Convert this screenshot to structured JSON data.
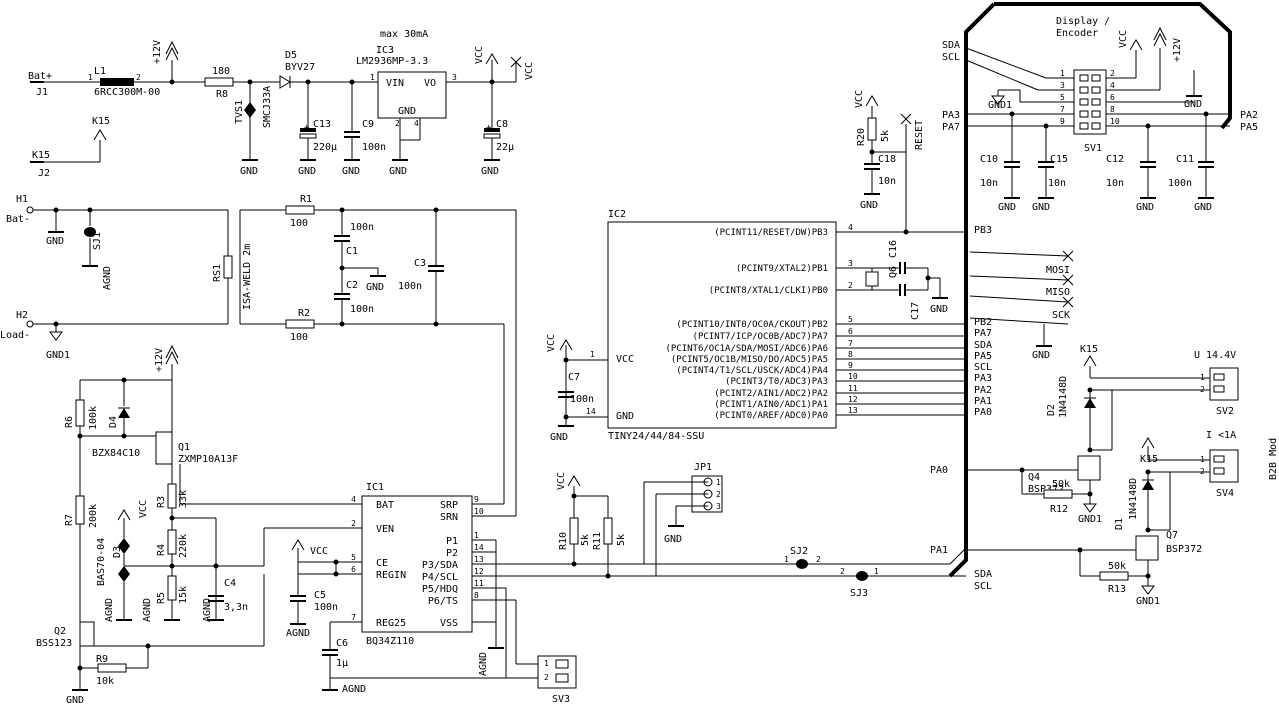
{
  "connectors": {
    "j1": {
      "ref": "J1",
      "label": "Bat+"
    },
    "j2": {
      "ref": "J2",
      "label": "K15"
    },
    "h1": {
      "ref": "H1",
      "label": "Bat-"
    },
    "h2": {
      "ref": "H2",
      "label": "Load-"
    }
  },
  "power": {
    "v12": "+12V",
    "vcc": "VCC",
    "gnd": "GND",
    "gnd1": "GND1",
    "agnd": "AGND",
    "k15": "K15"
  },
  "parts": {
    "l1": {
      "ref": "L1",
      "value": "6RCC300M-00"
    },
    "r8": {
      "ref": "R8",
      "value": "180"
    },
    "tvs1": {
      "ref": "TVS1",
      "value": "SMCJ33A"
    },
    "d5": {
      "ref": "D5",
      "value": "BYV27"
    },
    "ic3": {
      "ref": "IC3",
      "value": "LM2936MP-3.3",
      "note": "max 30mA",
      "vin": "VIN",
      "vo": "VO",
      "gndpin": "GND"
    },
    "c13": {
      "ref": "C13",
      "value": "220µ"
    },
    "c9": {
      "ref": "C9",
      "value": "100n"
    },
    "c8": {
      "ref": "C8",
      "value": "22µ"
    },
    "r20": {
      "ref": "R20",
      "value": "5k"
    },
    "c18": {
      "ref": "C18",
      "value": "10n"
    },
    "reset": "RESET",
    "sj1": {
      "ref": "SJ1"
    },
    "rs1": {
      "ref": "RS1",
      "value": "ISA-WELD 2m"
    },
    "r1": {
      "ref": "R1",
      "value": "100"
    },
    "r2": {
      "ref": "R2",
      "value": "100"
    },
    "c1": {
      "ref": "C1",
      "value": "100n"
    },
    "c2": {
      "ref": "C2",
      "value": "100n"
    },
    "c3": {
      "ref": "C3",
      "value": "100n"
    },
    "q6": {
      "ref": "Q6"
    },
    "c16": {
      "ref": "C16"
    },
    "c17": {
      "ref": "C17"
    },
    "c7": {
      "ref": "C7",
      "value": "100n"
    },
    "r6": {
      "ref": "R6",
      "value": "100k"
    },
    "d4": {
      "ref": "D4",
      "value": "BZX84C10"
    },
    "q1": {
      "ref": "Q1",
      "value": "ZXMP10A13F"
    },
    "r7": {
      "ref": "R7",
      "value": "200k"
    },
    "r3": {
      "ref": "R3",
      "value": "33k"
    },
    "r4": {
      "ref": "R4",
      "value": "220k"
    },
    "r5": {
      "ref": "R5",
      "value": "15k"
    },
    "d3": {
      "ref": "D3",
      "value": "BAS70-04"
    },
    "c4": {
      "ref": "C4",
      "value": "3,3n"
    },
    "q2": {
      "ref": "Q2",
      "value": "BSS123"
    },
    "r9": {
      "ref": "R9",
      "value": "10k"
    },
    "c5": {
      "ref": "C5",
      "value": "100n"
    },
    "c6": {
      "ref": "C6",
      "value": "1µ"
    },
    "r10": {
      "ref": "R10",
      "value": "5k"
    },
    "r11": {
      "ref": "R11",
      "value": "5k"
    },
    "jp1": {
      "ref": "JP1"
    },
    "sj2": {
      "ref": "SJ2"
    },
    "sj3": {
      "ref": "SJ3"
    },
    "sv3": {
      "ref": "SV3"
    },
    "q4": {
      "ref": "Q4",
      "value": "BSP372"
    },
    "q7": {
      "ref": "Q7",
      "value": "BSP372"
    },
    "d2": {
      "ref": "D2",
      "value": "1N4148D"
    },
    "d1": {
      "ref": "D1",
      "value": "1N4148D"
    },
    "r12": {
      "ref": "R12",
      "value": "50k"
    },
    "r13": {
      "ref": "R13",
      "value": "50k"
    },
    "sv2": {
      "ref": "SV2",
      "note": "U 14.4V"
    },
    "sv4": {
      "ref": "SV4",
      "note": "I <1A"
    },
    "sv1": {
      "ref": "SV1",
      "title1": "Display /",
      "title2": "Encoder"
    },
    "c10": {
      "ref": "C10",
      "value": "10n"
    },
    "c15": {
      "ref": "C15",
      "value": "10n"
    },
    "c12": {
      "ref": "C12",
      "value": "10n"
    },
    "c11": {
      "ref": "C11",
      "value": "100n"
    },
    "b2b": "B2B Mod"
  },
  "ic2": {
    "ref": "IC2",
    "part": "TINY24/44/84-SSU",
    "pins": [
      {
        "name": "(PCINT11/RESET/DW)PB3",
        "num": "4"
      },
      {
        "name": "(PCINT9/XTAL2)PB1",
        "num": "3"
      },
      {
        "name": "(PCINT8/XTAL1/CLKI)PB0",
        "num": "2"
      },
      {
        "name": "(PCINT10/INT0/OC0A/CKOUT)PB2",
        "num": "5"
      },
      {
        "name": "(PCINT7/ICP/OC0B/ADC7)PA7",
        "num": "6"
      },
      {
        "name": "(PCINT6/OC1A/SDA/MOSI/ADC6)PA6",
        "num": "7"
      },
      {
        "name": "(PCINT5/OC1B/MISO/DO/ADC5)PA5",
        "num": "8"
      },
      {
        "name": "(PCINT4/T1/SCL/USCK/ADC4)PA4",
        "num": "9"
      },
      {
        "name": "(PCINT3/T0/ADC3)PA3",
        "num": "10"
      },
      {
        "name": "(PCINT2/AIN1/ADC2)PA2",
        "num": "11"
      },
      {
        "name": "(PCINT1/AIN0/ADC1)PA1",
        "num": "12"
      },
      {
        "name": "(PCINT0/AREF/ADC0)PA0",
        "num": "13"
      }
    ],
    "vcc": "VCC",
    "gnd": "GND",
    "vcc_num": "1",
    "gnd_num": "14"
  },
  "ic1": {
    "ref": "IC1",
    "part": "BQ34Z110",
    "left": [
      {
        "name": "BAT",
        "num": "4"
      },
      {
        "name": "VEN",
        "num": "2"
      },
      {
        "name": "CE",
        "num": "5"
      },
      {
        "name": "REGIN",
        "num": "6"
      },
      {
        "name": "REG25",
        "num": "7"
      }
    ],
    "right": [
      {
        "name": "SRP",
        "num": "9"
      },
      {
        "name": "SRN",
        "num": "10"
      },
      {
        "name": "P1",
        "num": "1"
      },
      {
        "name": "P2",
        "num": "14"
      },
      {
        "name": "P3/SDA",
        "num": "13"
      },
      {
        "name": "P4/SCL",
        "num": "12"
      },
      {
        "name": "P5/HDQ",
        "num": "11"
      },
      {
        "name": "P6/TS",
        "num": "8"
      },
      {
        "name": "VSS",
        "num": ""
      }
    ]
  },
  "nets": {
    "pb3": "PB3",
    "pb2": "PB2",
    "pa7": "PA7",
    "sda": "SDA",
    "pa5": "PA5",
    "scl": "SCL",
    "pa3": "PA3",
    "pa2": "PA2",
    "pa1": "PA1",
    "pa0": "PA0",
    "mosi": "MOSI",
    "miso": "MISO",
    "sck": "SCK"
  },
  "sv1pins": [
    "1",
    "2",
    "3",
    "4",
    "5",
    "6",
    "7",
    "8",
    "9",
    "10"
  ]
}
